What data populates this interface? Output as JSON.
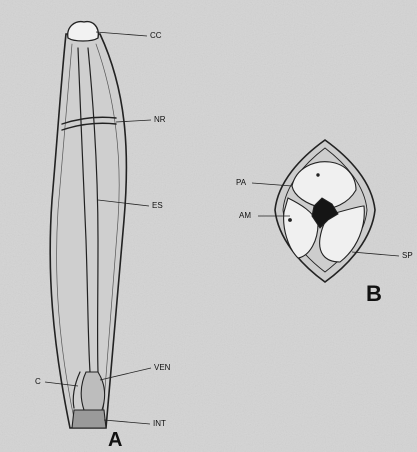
{
  "panel_a": {
    "letter": "A",
    "labels": {
      "cc": "CC",
      "nr": "NR",
      "es": "ES",
      "c": "C",
      "ven": "VEN",
      "int": "INT"
    }
  },
  "panel_b": {
    "letter": "B",
    "labels": {
      "pa": "PA",
      "am": "AM",
      "sp": "SP"
    }
  }
}
